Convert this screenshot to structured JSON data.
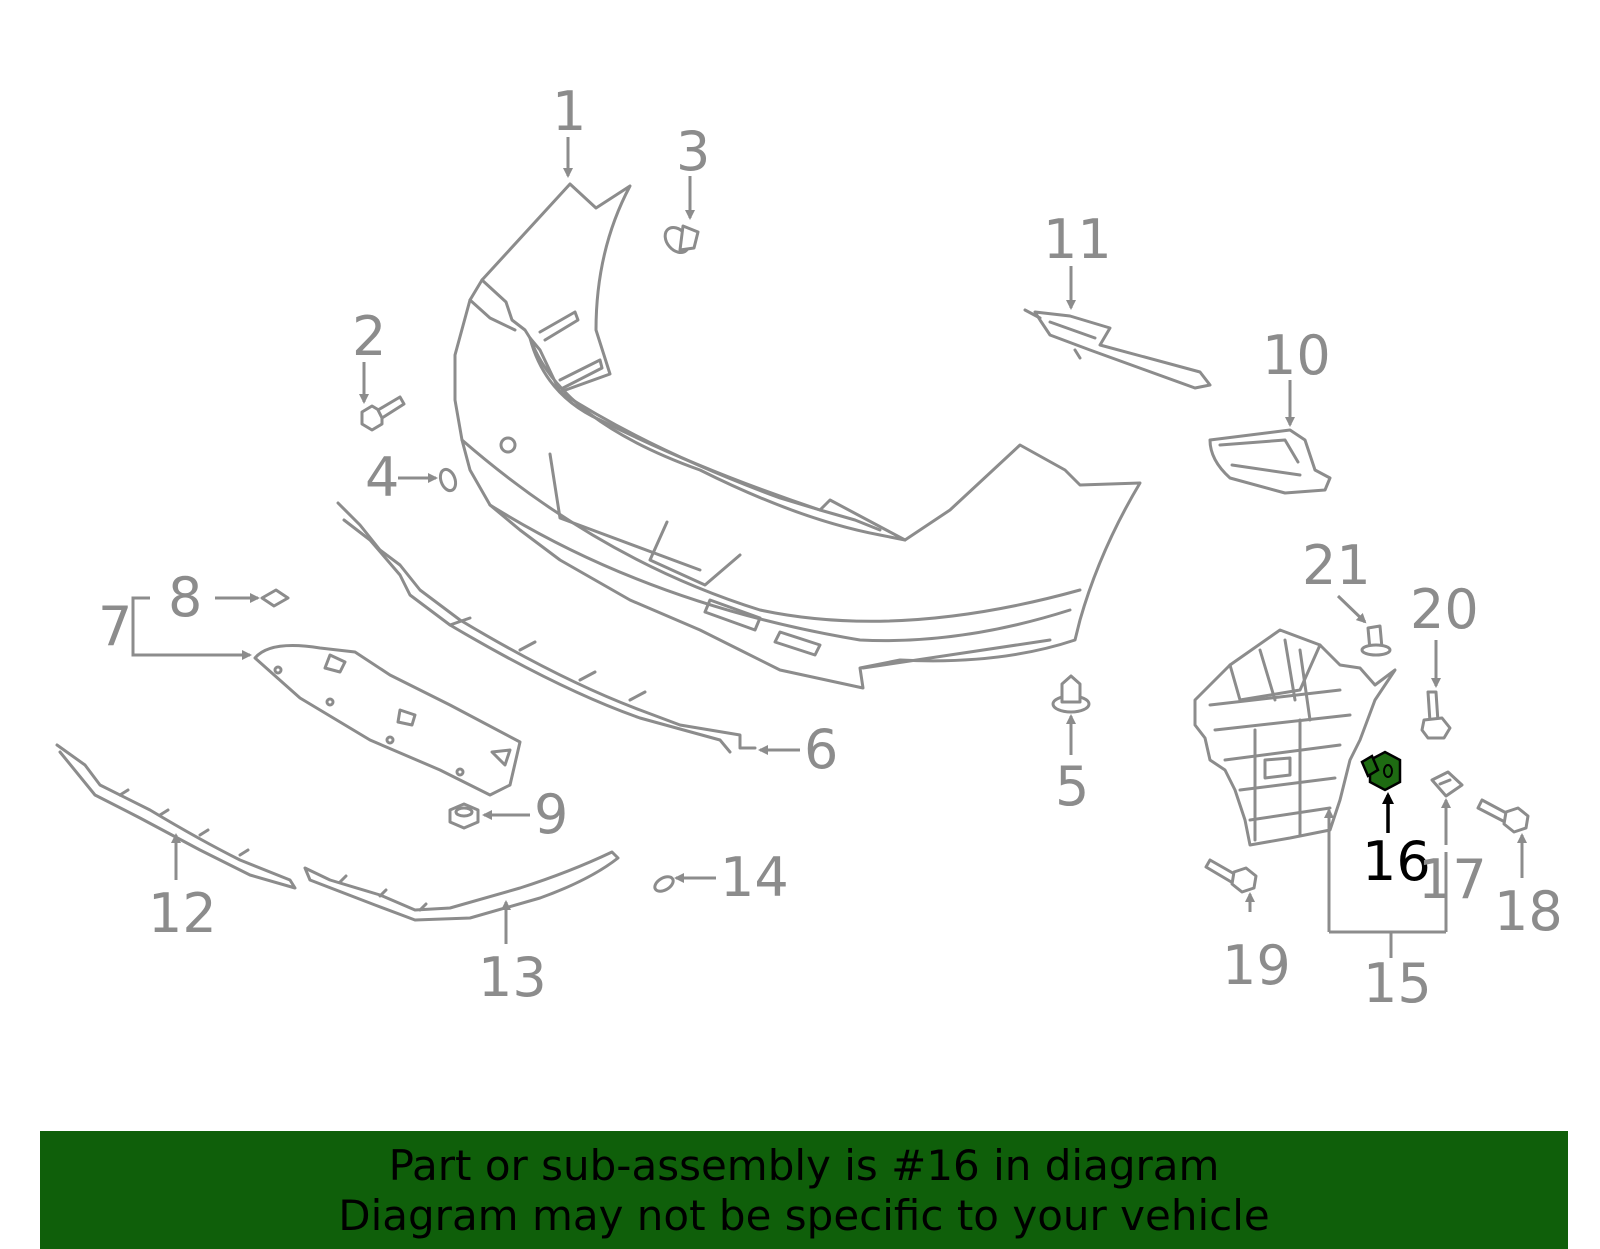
{
  "diagram": {
    "highlight_color": "#1e6b12",
    "line_color": "#8c8c8c",
    "callouts": [
      "1",
      "2",
      "3",
      "4",
      "5",
      "6",
      "7",
      "8",
      "9",
      "10",
      "11",
      "12",
      "13",
      "14",
      "15",
      "16",
      "17",
      "18",
      "19",
      "20",
      "21"
    ],
    "highlighted_callout": "16"
  },
  "banner": {
    "background": "#0f5f0a",
    "line1": "Part or sub-assembly is #16 in diagram",
    "line2": "Diagram may not be specific to your vehicle"
  }
}
